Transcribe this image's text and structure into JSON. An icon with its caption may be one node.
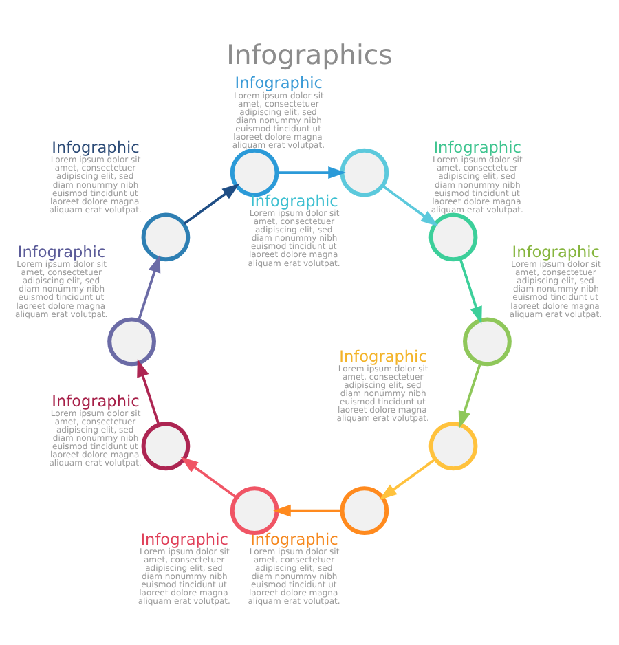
{
  "diagram": {
    "title": "Infographics",
    "nodes": [
      {
        "text": [],
        "shape": "circle",
        "beside": [
          "Infographic",
          "Lorem ipsum dolor sit amet, consectetuer adipiscing elit, sed diam nonummy nibh euismod tincidunt ut laoreet dolore magna aliquam erat volutpat."
        ]
      },
      {
        "text": [],
        "shape": "circle",
        "beside": [
          "Infographic",
          "Lorem ipsum dolor sit amet, consectetuer adipiscing elit, sed diam nonummy nibh euismod tincidunt ut laoreet dolore magna aliquam erat volutpat."
        ]
      },
      {
        "text": [],
        "shape": "circle",
        "beside": [
          "Infographic",
          "Lorem ipsum dolor sit amet, consectetuer adipiscing elit, sed diam nonummy nibh euismod tincidunt ut laoreet dolore magna aliquam erat volutpat."
        ]
      },
      {
        "text": [],
        "shape": "circle",
        "beside": [
          "Infographic",
          "Lorem ipsum dolor sit amet, consectetuer adipiscing elit, sed diam nonummy nibh euismod tincidunt ut laoreet dolore magna aliquam erat volutpat."
        ]
      },
      {
        "text": [],
        "shape": "circle",
        "beside": [
          "Infographic",
          "Lorem ipsum dolor sit amet, consectetuer adipiscing elit, sed diam nonummy nibh euismod tincidunt ut laoreet dolore magna aliquam erat volutpat."
        ]
      },
      {
        "text": [],
        "shape": "circle",
        "beside": [
          "Infographic",
          "Lorem ipsum dolor sit amet, consectetuer adipiscing elit, sed diam nonummy nibh euismod tincidunt ut laoreet dolore magna aliquam erat volutpat."
        ]
      },
      {
        "text": [],
        "shape": "circle",
        "beside": [
          "Infographic",
          "Lorem ipsum dolor sit amet, consectetuer adipiscing elit, sed diam nonummy nibh euismod tincidunt ut laoreet dolore magna aliquam erat volutpat."
        ]
      },
      {
        "text": [],
        "shape": "circle",
        "beside": [
          "Infographic",
          "Lorem ipsum dolor sit amet, consectetuer adipiscing elit, sed diam nonummy nibh euismod tincidunt ut laoreet dolore magna aliquam erat volutpat."
        ]
      },
      {
        "text": [],
        "shape": "circle",
        "beside": [
          "Infographic",
          "Lorem ipsum dolor sit amet, consectetuer adipiscing elit, sed diam nonummy nibh euismod tincidunt ut laoreet dolore magna aliquam erat volutpat."
        ]
      },
      {
        "text": [],
        "shape": "circle",
        "beside": [
          "Infographic",
          "Lorem ipsum dolor sit amet, consectetuer adipiscing elit, sed diam nonummy nibh euismod tincidunt ut laoreet dolore magna aliquam erat volutpat."
        ]
      }
    ],
    "edges": [
      {
        "from": 0,
        "to": 1,
        "arrow": "to",
        "color": "#2b9ad8"
      },
      {
        "from": 1,
        "to": 2,
        "arrow": "to",
        "color": "#5cc9dc"
      },
      {
        "from": 2,
        "to": 3,
        "arrow": "to",
        "color": "#3ccf9a"
      },
      {
        "from": 3,
        "to": 4,
        "arrow": "to",
        "color": "#8fc75a"
      },
      {
        "from": 4,
        "to": 5,
        "arrow": "to",
        "color": "#ffc23d"
      },
      {
        "from": 5,
        "to": 6,
        "arrow": "to",
        "color": "#ff8a1e"
      },
      {
        "from": 6,
        "to": 7,
        "arrow": "to",
        "color": "#f05565"
      },
      {
        "from": 7,
        "to": 8,
        "arrow": "to",
        "color": "#ad2552"
      },
      {
        "from": 8,
        "to": 9,
        "arrow": "to",
        "color": "#6b6ba6"
      },
      {
        "from": 9,
        "to": 0,
        "arrow": "to",
        "color": "#1f4e85"
      }
    ]
  }
}
